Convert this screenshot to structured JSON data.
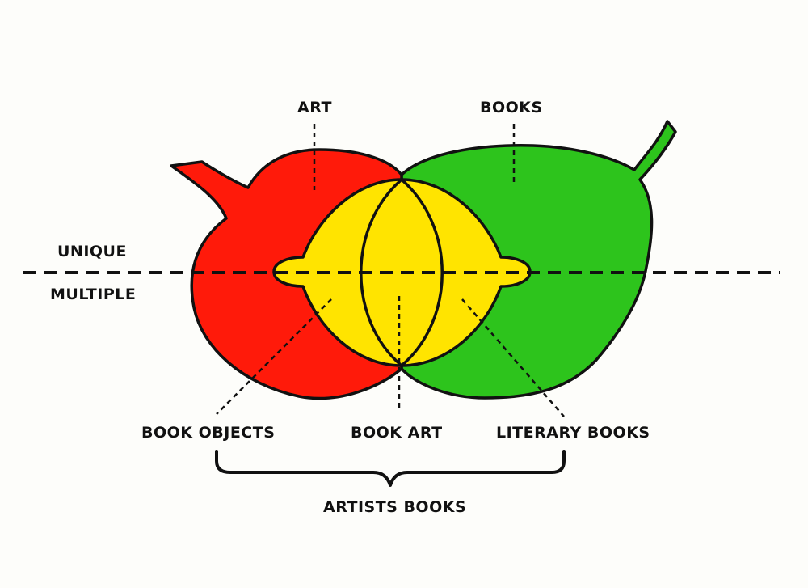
{
  "labels": {
    "art": "ART",
    "books": "BOOKS",
    "unique": "UNIQUE",
    "multiple": "MULTIPLE",
    "book_objects": "BOOK OBJECTS",
    "book_art": "BOOK ART",
    "literary_books": "LITERARY BOOKS",
    "artists_books": "ARTISTS BOOKS"
  },
  "colors": {
    "apple": "#ff1a0a",
    "pear": "#2dc41c",
    "lemon": "#ffe400",
    "outline": "#111111",
    "background": "#fdfdfa"
  }
}
